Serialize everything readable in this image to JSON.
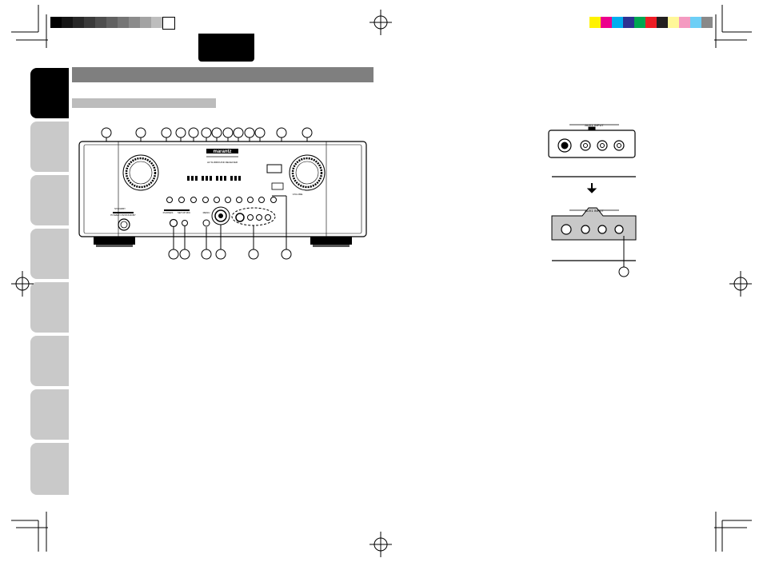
{
  "print_marks": {
    "gray_scale": [
      "#000000",
      "#141414",
      "#272727",
      "#3a3a3a",
      "#4e4e4e",
      "#616161",
      "#757575",
      "#8b8b8b",
      "#a3a3a3",
      "#bdbdbd",
      "#ffffff"
    ],
    "color_bar": [
      "#fff200",
      "#ec008c",
      "#00aeef",
      "#2e3192",
      "#00a651",
      "#ed1c24",
      "#231f20",
      "#fff799",
      "#f49ac1",
      "#6dcff6",
      "#898989"
    ]
  },
  "front_panel": {
    "brand_text": "marantz",
    "model_text": "AV SURROUND RECEIVER",
    "panel_labels": {
      "standby": "STANDBY",
      "power": "POWER ON/STANDBY",
      "phones": "PHONES",
      "setup_mic": "SETUP MIC",
      "menu": "MENU",
      "volume": "VOLUME"
    }
  },
  "aux_panel": {
    "label_top": "AUX1 INPUT",
    "label_bottom": "AUX1 INPUT"
  }
}
